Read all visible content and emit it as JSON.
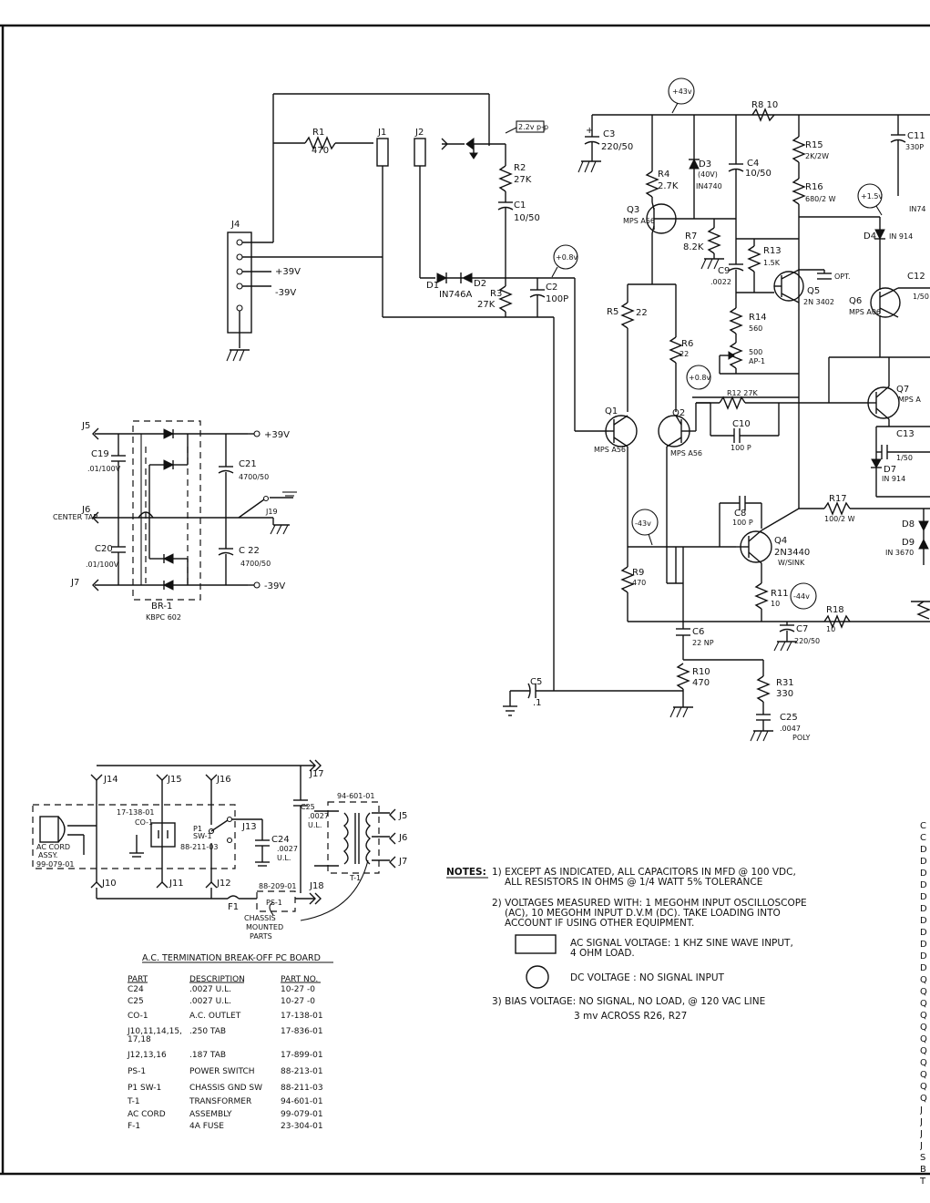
{
  "sheet": {
    "notes_heading": "NOTES:",
    "notes": [
      "1) EXCEPT AS INDICATED, ALL CAPACITORS IN MFD @ 100 VDC,",
      "ALL RESISTORS IN OHMS @ 1/4 WATT 5% TOLERANCE",
      "2) VOLTAGES MEASURED WITH: 1 MEGOHM INPUT OSCILLOSCOPE",
      "(AC), 10 MEGOHM INPUT D.V.M (DC). TAKE LOADING INTO",
      "ACCOUNT IF USING OTHER EQUIPMENT.",
      "3) BIAS VOLTAGE: NO SIGNAL, NO LOAD, @ 120 VAC LINE",
      "3 mv ACROSS R26, R27"
    ],
    "legend_ac": [
      "AC SIGNAL VOLTAGE: 1 KHZ SINE WAVE INPUT,",
      "4 OHM LOAD."
    ],
    "legend_dc": "DC VOLTAGE : NO SIGNAL INPUT"
  },
  "parts_table": {
    "title": "A.C. TERMINATION BREAK-OFF PC BOARD",
    "headers": [
      "PART",
      "DESCRIPTION",
      "PART NO."
    ],
    "rows": [
      [
        "C24",
        ".0027 U.L.",
        "10-27 -0"
      ],
      [
        "C25",
        ".0027 U.L.",
        "10-27 -0"
      ],
      [
        "CO-1",
        "A.C. OUTLET",
        "17-138-01"
      ],
      [
        "J10,11,14,15, 17,18",
        ".250 TAB",
        "17-836-01"
      ],
      [
        "J12,13,16",
        ".187 TAB",
        "17-899-01"
      ],
      [
        "PS-1",
        "POWER SWITCH",
        "88-213-01"
      ],
      [
        "P1 SW-1",
        "CHASSIS GND SW",
        "88-211-03"
      ],
      [
        "T-1",
        "TRANSFORMER",
        "94-601-01"
      ],
      [
        "AC CORD",
        "ASSEMBLY",
        "99-079-01"
      ],
      [
        "F-1",
        "4A FUSE",
        "23-304-01"
      ]
    ]
  },
  "rails": {
    "pos": "+39V",
    "neg": "-39V",
    "center": "CENTER TAP"
  },
  "labels": {
    "r1": "R1",
    "r1v": "470",
    "j1": "J1",
    "j2": "J2",
    "j4": "J4",
    "r2": "R2",
    "r2v": "27K",
    "c1": "C1",
    "c1v": "10/50",
    "d1": "D1",
    "d1v": "IN746A",
    "d2": "D2",
    "r3": "R3",
    "r3v": "27K",
    "c2": "C2",
    "c2v": "100P",
    "ac22": "2.2v p-p",
    "c3": "C3",
    "c3v": "220/50",
    "r4": "R4",
    "r4v": "2.7K",
    "q3": "Q3",
    "q3v": "MPS A56",
    "d3": "D3",
    "d3a": "(40V)",
    "d3v": "IN4740",
    "c4": "C4",
    "c4v": "10/50",
    "r8": "R8 10",
    "r7": "R7",
    "r7v": "8.2K",
    "c9": "C9",
    "c9v": ".0022",
    "r13": "R13",
    "r13v": "1.5K",
    "q5": "Q5",
    "q5v": "2N 3402",
    "opt": "OPT.",
    "r14": "R14",
    "r14v": "560",
    "ap1": "500",
    "ap1v": "AP-1",
    "r15": "R15",
    "r15v": "2K/2W",
    "r16": "R16",
    "r16v": "680/2 W",
    "d4": "D4",
    "d4v": "IN 914",
    "c11": "C11",
    "c11v": "330P",
    "in74": "IN74",
    "c12": "C12",
    "c12v": "1/50",
    "q6": "Q6",
    "q6v": "MPS A06",
    "r5": "R5",
    "r5v": "22",
    "r6": "R6",
    "r6v": "22",
    "r12": "R12 27K",
    "c10": "C10",
    "c10v": "100 P",
    "q1": "Q1",
    "q1v": "MPS A56",
    "q2": "Q2",
    "q2v": "MPS A56",
    "q7": "Q7",
    "q7v": "MPS A",
    "c13": "C13",
    "c13v": "1/50",
    "d7": "D7",
    "d7v": "IN 914",
    "r17": "R17",
    "r17v": "100/2 W",
    "d8": "D8",
    "d9": "D9",
    "d9v": "IN 3670",
    "c8": "C8",
    "c8v": "100 P",
    "q4": "Q4",
    "q4v": "2N3440",
    "q4s": "W/SINK",
    "r9": "R9",
    "r9v": "470",
    "r11": "R11",
    "r11v": "10",
    "r18": "R18",
    "r18v": "10",
    "c7": "C7",
    "c7v": "220/50",
    "c6": "C6",
    "c6v": "22 NP",
    "r10": "R10",
    "r10v": "470",
    "r31": "R31",
    "r31v": "330",
    "c25b": "C25",
    "c25bv": ".0047",
    "c25bp": "POLY",
    "c5": "C5",
    "c5v": ".1",
    "j5": "J5",
    "j6": "J6",
    "j7": "J7",
    "c19": "C19",
    "c19v": ".01/100V",
    "c20": "C20",
    "c20v": ".01/100V",
    "c21": "C21",
    "c21v": "4700/50",
    "c22": "C 22",
    "c22v": "4700/50",
    "j19": "J19",
    "br1": "BR-1",
    "br1v": "KBPC 602",
    "j14": "J14",
    "j15": "J15",
    "j16": "J16",
    "j17": "J17",
    "j10": "J10",
    "j11": "J11",
    "j12": "J12",
    "j13": "J13",
    "j18": "J18",
    "co1a": "17-138-01",
    "co1": "CO-1",
    "acc1": "AC CORD",
    "acc2": "ASSY.",
    "acc3": "99-079-01",
    "p1": "P1",
    "sw1": "SW-1",
    "sw1p": "88-211-03",
    "f1": "F1",
    "ps1": "PS-1",
    "ps1p": "88-209-01",
    "c25a": "C25",
    "c25av": ".0027",
    "c25au": "U.L.",
    "c24": "C24",
    "c24v": ".0027",
    "c24u": "U.L.",
    "t1": "T-1",
    "t1p": "94-601-01",
    "cmp1": "CHASSIS",
    "cmp2": "MOUNTED",
    "cmp3": "PARTS",
    "j5b": "J5",
    "j6b": "J6",
    "j7b": "J7"
  },
  "voltages": {
    "v43p": "+43v",
    "v08a": "+0.8v",
    "v15": "+1.5v",
    "v08b": "+0.8v",
    "v43n": "-43v",
    "v44n": "-44v"
  },
  "right_edge_letters": [
    "C",
    "C",
    "D",
    "D",
    "D",
    "D",
    "D",
    "D",
    "D",
    "D",
    "D",
    "D",
    "D",
    "Q",
    "Q",
    "Q",
    "Q",
    "Q",
    "Q",
    "Q",
    "Q",
    "Q",
    "Q",
    "Q",
    "J",
    "J",
    "J",
    "J",
    "S",
    "B",
    "T"
  ]
}
